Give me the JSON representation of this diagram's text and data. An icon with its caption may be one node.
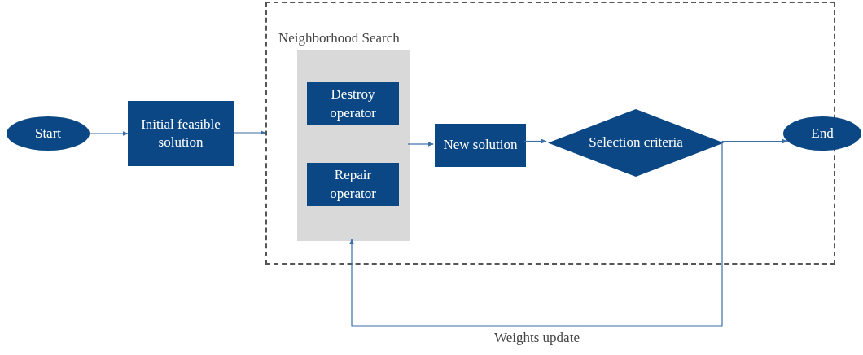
{
  "diagram": {
    "nodes": [
      {
        "text": [
          "Start"
        ]
      },
      {
        "text": [
          "Initial feasible solution"
        ]
      },
      {
        "text": [
          "Neighborhood Search"
        ]
      },
      {
        "text": [],
        "shape": "box",
        "in": 2
      },
      {
        "text": [
          "Destroy operator"
        ],
        "in": 3
      },
      {
        "text": [
          "Repair operator"
        ],
        "in": 3
      },
      {
        "text": [
          "New solution"
        ],
        "in": 2
      },
      {
        "text": [
          "Selection criteria"
        ],
        "in": 2
      },
      {
        "text": [
          "End"
        ]
      }
    ],
    "edges": [
      {
        "from": 0,
        "to": 1,
        "arrow": "to"
      },
      {
        "from": 1,
        "to": 2,
        "arrow": "to"
      },
      {
        "from": 3,
        "to": 6,
        "arrow": "to"
      },
      {
        "from": 6,
        "to": 7,
        "arrow": "to"
      },
      {
        "from": 7,
        "to": 8,
        "arrow": "to"
      },
      {
        "from": 7,
        "to": 3,
        "arrow": "to",
        "label": "Weights update"
      }
    ]
  }
}
